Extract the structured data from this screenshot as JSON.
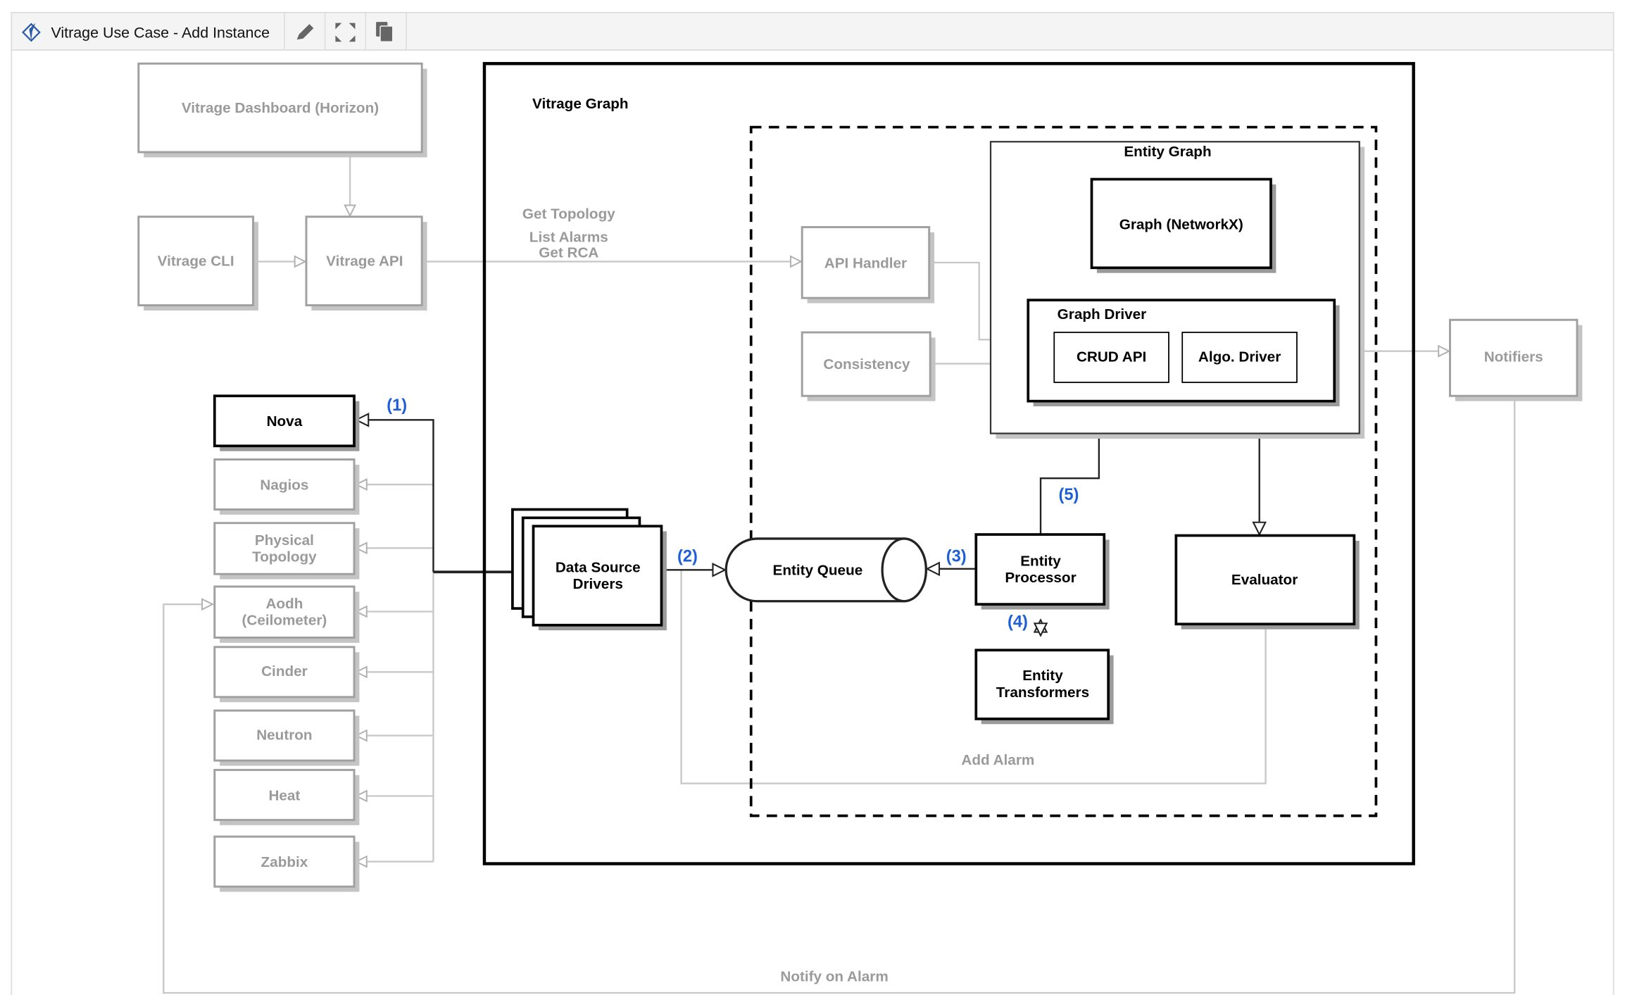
{
  "window": {
    "title": "Vitrage Use Case - Add Instance",
    "toolbar": {
      "edit_icon": "pencil-icon",
      "fullscreen_icon": "expand-icon",
      "copy_icon": "copy-icon"
    }
  },
  "colors": {
    "label_blue": "#1f5fd6",
    "inactive_grey": "#9a9a9a",
    "active_black": "#000000"
  },
  "diagram": {
    "dashboard": "Vitrage Dashboard (Horizon)",
    "cli": "Vitrage CLI",
    "api": "Vitrage API",
    "api_calls": [
      "Get Topology",
      "List Alarms",
      "Get RCA"
    ],
    "vitrage_graph": "Vitrage Graph",
    "api_handler": "API Handler",
    "consistency": "Consistency",
    "entity_graph": "Entity Graph",
    "graph_networkx": "Graph (NetworkX)",
    "graph_driver": "Graph Driver",
    "crud_api": "CRUD API",
    "algo_driver": "Algo. Driver",
    "notifiers": "Notifiers",
    "sources": {
      "nova": "Nova",
      "nagios": "Nagios",
      "physical": [
        "Physical",
        "Topology"
      ],
      "aodh": [
        "Aodh",
        "(Ceilometer)"
      ],
      "cinder": "Cinder",
      "neutron": "Neutron",
      "heat": "Heat",
      "zabbix": "Zabbix"
    },
    "data_source_drivers": [
      "Data Source",
      "Drivers"
    ],
    "entity_queue": "Entity Queue",
    "entity_processor": [
      "Entity",
      "Processor"
    ],
    "entity_transformers": [
      "Entity",
      "Transformers"
    ],
    "evaluator": "Evaluator",
    "add_alarm": "Add Alarm",
    "notify_on_alarm": "Notify on Alarm",
    "steps": [
      "(1)",
      "(2)",
      "(3)",
      "(4)",
      "(5)"
    ]
  }
}
